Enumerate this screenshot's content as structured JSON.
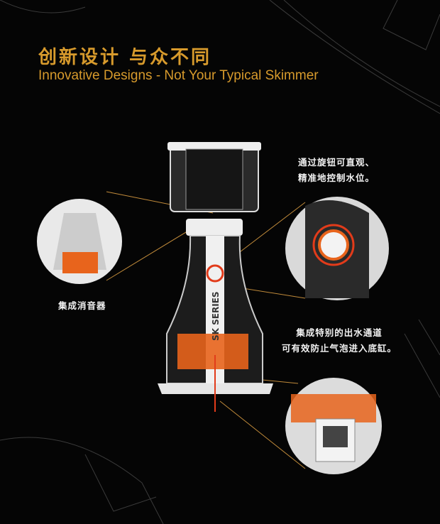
{
  "header": {
    "title_cn": "创新设计 与众不同",
    "title_en": "Innovative Designs - Not Your Typical Skimmer"
  },
  "callouts": {
    "valve": [
      "通过旋钮可直观、",
      "精准地控制水位。"
    ],
    "muffler": "集成消音器",
    "outlet": [
      "集成特别的出水通道",
      "可有效防止气泡进入底缸。"
    ]
  },
  "product": {
    "label": "SK SERIES"
  },
  "colors": {
    "accent": "#d79a2c",
    "orange": "#e8641c",
    "background": "#050505"
  }
}
